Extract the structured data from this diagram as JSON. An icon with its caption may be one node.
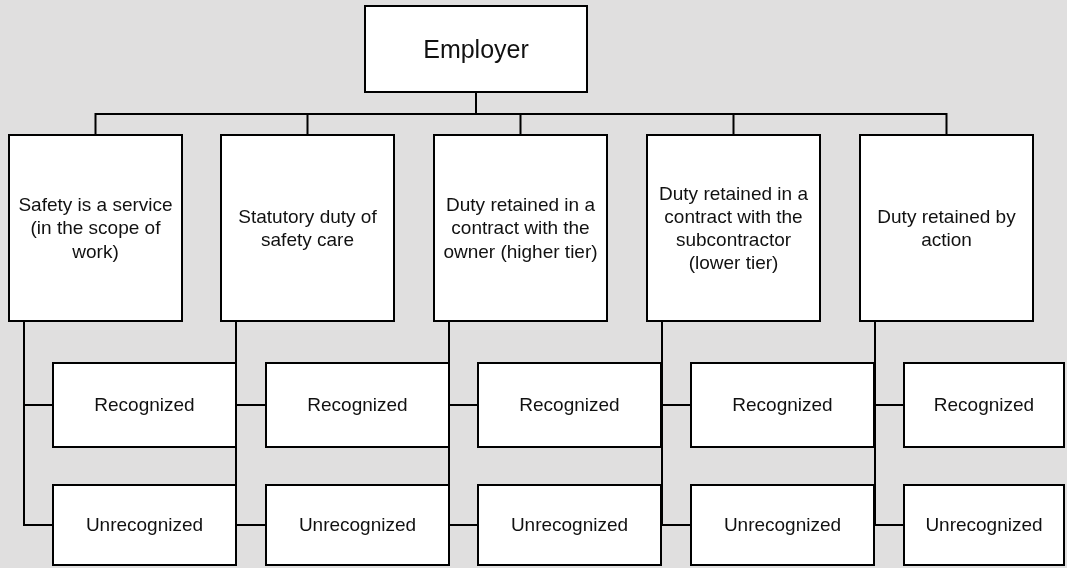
{
  "diagram": {
    "nodes": [
      {
        "text": [
          "Employer"
        ]
      },
      {
        "text": [
          "Safety is a service (in the scope of work)"
        ]
      },
      {
        "text": [
          "Statutory duty of safety care"
        ]
      },
      {
        "text": [
          "Duty retained in a contract with the owner (higher tier)"
        ]
      },
      {
        "text": [
          "Duty retained in a contract with the subcontractor (lower tier)"
        ]
      },
      {
        "text": [
          "Duty retained by action"
        ]
      },
      {
        "text": [
          "Recognized"
        ]
      },
      {
        "text": [
          "Unrecognized"
        ]
      },
      {
        "text": [
          "Recognized"
        ]
      },
      {
        "text": [
          "Unrecognized"
        ]
      },
      {
        "text": [
          "Recognized"
        ]
      },
      {
        "text": [
          "Unrecognized"
        ]
      },
      {
        "text": [
          "Recognized"
        ]
      },
      {
        "text": [
          "Unrecognized"
        ]
      },
      {
        "text": [
          "Recognized"
        ]
      },
      {
        "text": [
          "Unrecognized"
        ]
      }
    ],
    "edges": [
      {
        "from": 0,
        "to": 1,
        "arrow": "none"
      },
      {
        "from": 0,
        "to": 2,
        "arrow": "none"
      },
      {
        "from": 0,
        "to": 3,
        "arrow": "none"
      },
      {
        "from": 0,
        "to": 4,
        "arrow": "none"
      },
      {
        "from": 0,
        "to": 5,
        "arrow": "none"
      },
      {
        "from": 1,
        "to": 6,
        "arrow": "none"
      },
      {
        "from": 1,
        "to": 7,
        "arrow": "none"
      },
      {
        "from": 2,
        "to": 8,
        "arrow": "none"
      },
      {
        "from": 2,
        "to": 9,
        "arrow": "none"
      },
      {
        "from": 3,
        "to": 10,
        "arrow": "none"
      },
      {
        "from": 3,
        "to": 11,
        "arrow": "none"
      },
      {
        "from": 4,
        "to": 12,
        "arrow": "none"
      },
      {
        "from": 4,
        "to": 13,
        "arrow": "none"
      },
      {
        "from": 5,
        "to": 14,
        "arrow": "none"
      },
      {
        "from": 5,
        "to": 15,
        "arrow": "none"
      }
    ]
  }
}
